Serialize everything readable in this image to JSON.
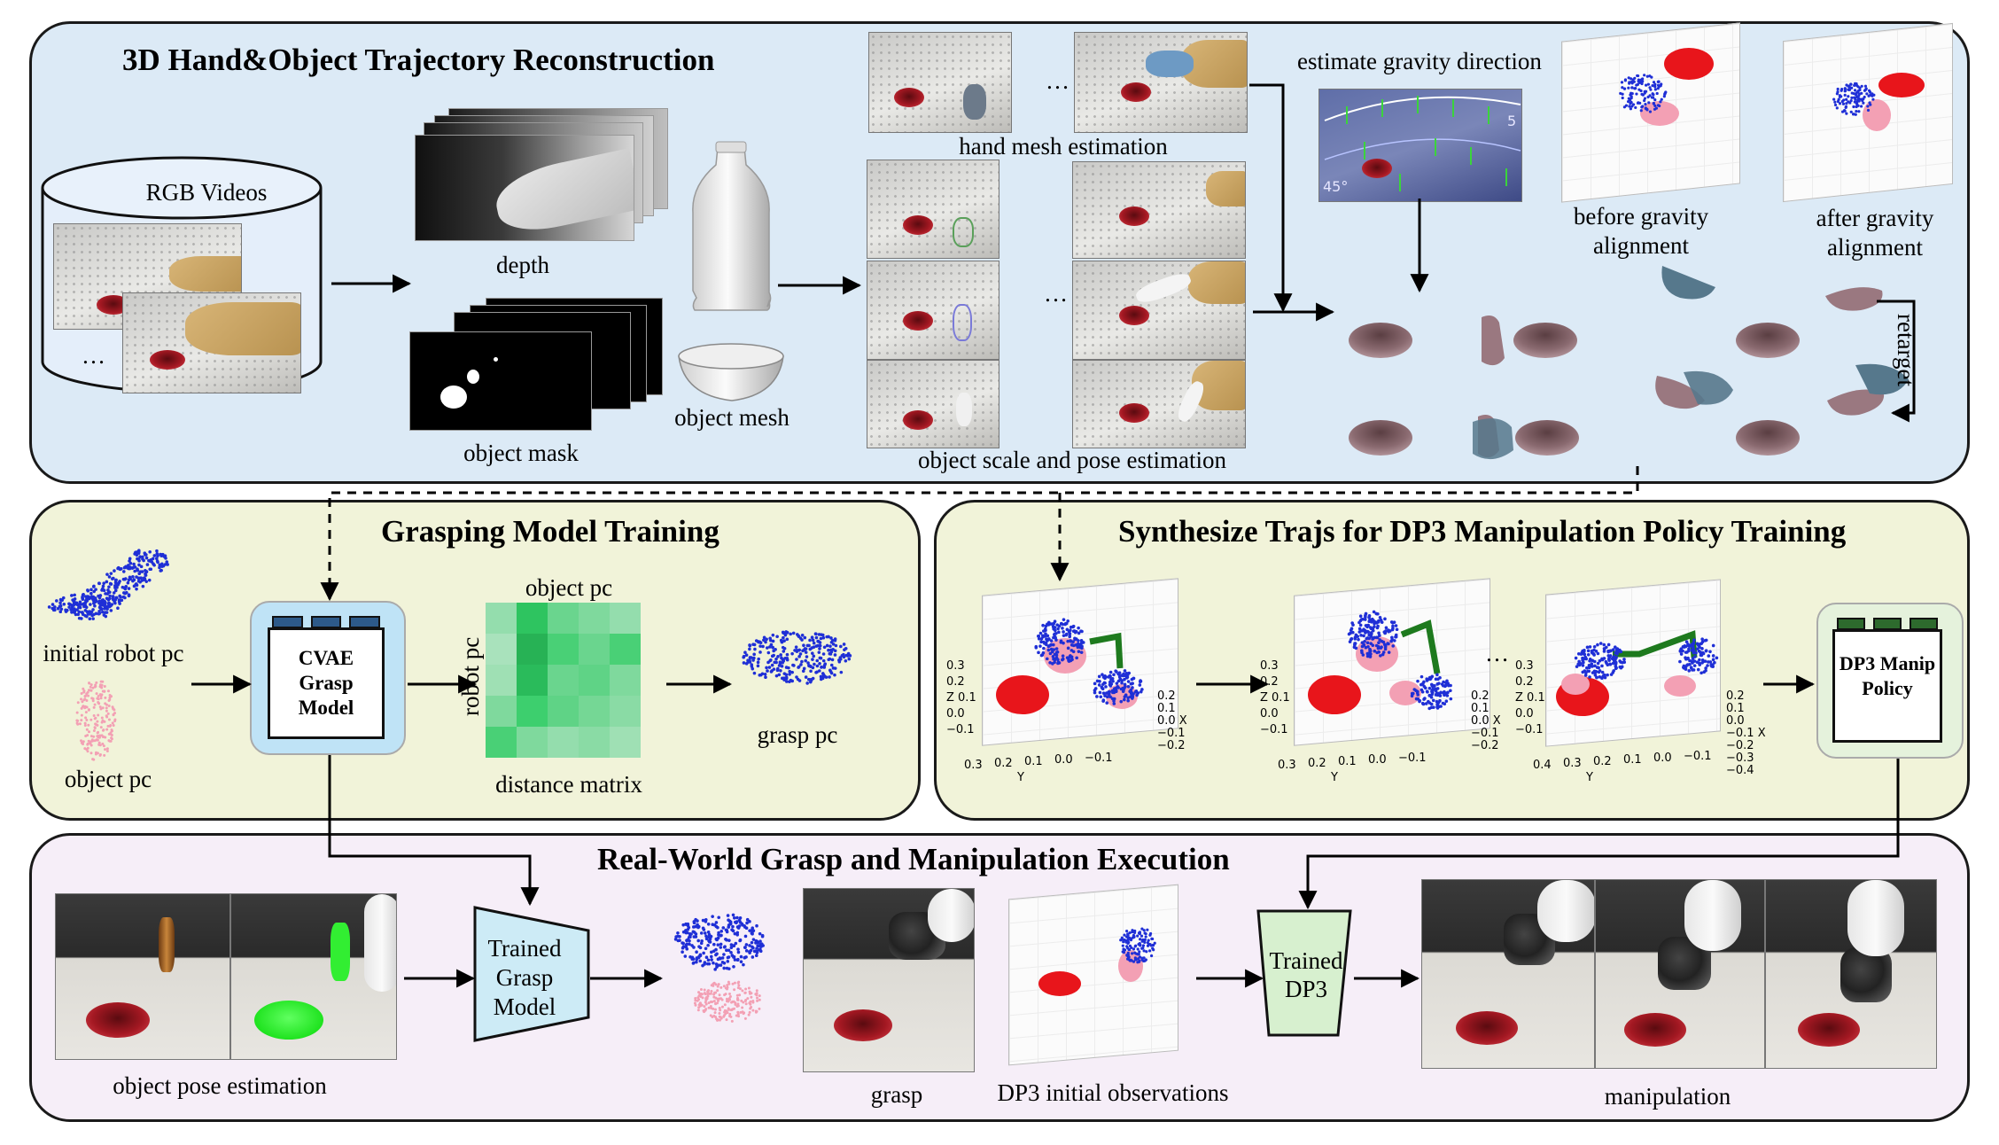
{
  "panels": {
    "reconstruction": {
      "title": "3D Hand&Object Trajectory Reconstruction",
      "bg": "#dceaf6",
      "rgb_videos": "RGB Videos",
      "ellipsis_left": "…",
      "depth": "depth",
      "object_mask": "object mask",
      "object_mesh": "object mesh",
      "hand_mesh_estimation": "hand mesh estimation",
      "object_scale_pose": "object scale and pose estimation",
      "estimate_gravity": "estimate gravity direction",
      "before_gravity": "before gravity alignment",
      "after_gravity": "after gravity alignment",
      "retarget": "retarget",
      "ellipsis_hand": "…",
      "ellipsis_obj": "…",
      "overlay_angle": "45°",
      "overlay_tick": "5"
    },
    "grasping": {
      "title": "Grasping Model Training",
      "bg": "#f1f3d9",
      "initial_robot_pc": "initial robot pc",
      "object_pc": "object pc",
      "cvae_model": "CVAE Grasp Model",
      "matrix_top": "object pc",
      "matrix_side": "robot pc",
      "distance_matrix": "distance matrix",
      "grasp_pc": "grasp pc",
      "chip_color": "#bfe3f6"
    },
    "synthesize": {
      "title": "Synthesize Trajs for DP3 Manipulation Policy Training",
      "bg": "#f1f3d9",
      "ellipsis": "…",
      "dp3_policy": "DP3 Manip Policy",
      "chip_color": "#e5f2dc"
    },
    "execution": {
      "title": "Real-World Grasp and Manipulation Execution",
      "bg": "#f6eef8",
      "object_pose_estimation": "object pose estimation",
      "trained_grasp_model": "Trained Grasp Model",
      "grasp": "grasp",
      "dp3_initial_obs": "DP3 initial observations",
      "trained_dp3": "Trained DP3",
      "manipulation": "manipulation",
      "grasp_trap_color": "#cdebf6",
      "dp3_trap_color": "#d7f0cf"
    }
  },
  "plot_ticks": {
    "synth1": {
      "z": [
        "0.3",
        "0.2",
        "Z 0.1",
        "0.0",
        "−0.1"
      ],
      "y": [
        "0.3",
        "0.2",
        "0.1",
        "0.0",
        "−0.1"
      ],
      "x": [
        "0.2",
        "0.1",
        "0.0 X",
        "−0.1",
        "−0.2"
      ],
      "ylabel": "Y"
    },
    "synth2": {
      "z": [
        "0.3",
        "0.2",
        "Z 0.1",
        "0.0",
        "−0.1"
      ],
      "y": [
        "0.3",
        "0.2",
        "0.1",
        "0.0",
        "−0.1"
      ],
      "x": [
        "0.2",
        "0.1",
        "0.0 X",
        "−0.1",
        "−0.2"
      ],
      "ylabel": "Y"
    },
    "synth3": {
      "z": [
        "0.3",
        "0.2",
        "Z 0.1",
        "0.0",
        "−0.1"
      ],
      "y": [
        "0.4",
        "0.3",
        "0.2",
        "0.1",
        "0.0",
        "−0.1"
      ],
      "x": [
        "0.2",
        "0.1",
        "0.0",
        "−0.1 X",
        "−0.2",
        "−0.3",
        "−0.4"
      ],
      "ylabel": "Y"
    }
  },
  "distance_matrix_levels": [
    [
      0.35,
      0.85,
      0.55,
      0.45,
      0.35
    ],
    [
      0.25,
      0.95,
      0.7,
      0.55,
      0.7
    ],
    [
      0.3,
      0.9,
      0.55,
      0.6,
      0.45
    ],
    [
      0.45,
      0.75,
      0.6,
      0.5,
      0.4
    ],
    [
      0.7,
      0.45,
      0.35,
      0.4,
      0.3
    ]
  ],
  "colors": {
    "point_blue": "#1f2fd6",
    "point_red": "#e8151b",
    "point_pink": "#f3a0b4",
    "traj_green": "#1e7a1e",
    "matrix_green": "#2fb35a"
  }
}
